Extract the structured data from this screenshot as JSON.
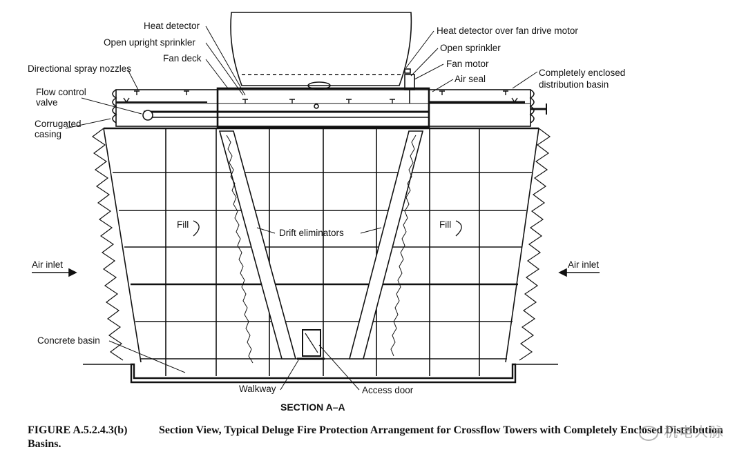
{
  "labels": {
    "heat_detector": "Heat detector",
    "open_upright_sprinkler": "Open upright sprinkler",
    "fan_deck": "Fan deck",
    "directional_spray_nozzles": "Directional spray nozzles",
    "flow_control_valve_1": "Flow control",
    "flow_control_valve_2": "valve",
    "corrugated_casing_1": "Corrugated",
    "corrugated_casing_2": "casing",
    "heat_detector_fan_motor": "Heat detector over fan drive motor",
    "open_sprinkler": "Open sprinkler",
    "fan_motor": "Fan motor",
    "air_seal": "Air seal",
    "enclosed_basin_1": "Completely enclosed",
    "enclosed_basin_2": "distribution basin",
    "fill_left": "Fill",
    "fill_right": "Fill",
    "drift_eliminators": "Drift eliminators",
    "air_inlet_left": "Air inlet",
    "air_inlet_right": "Air inlet",
    "concrete_basin": "Concrete basin",
    "walkway": "Walkway",
    "access_door": "Access door",
    "section": "SECTION A–A"
  },
  "caption": {
    "figure": "FIGURE A.5.2.4.3(b)",
    "text": "Section View, Typical Deluge Fire Protection Arrangement for Crossflow Towers with Completely Enclosed Distribution Basins."
  },
  "watermark": "机电人脉",
  "colors": {
    "line": "#111111",
    "background": "#ffffff"
  }
}
